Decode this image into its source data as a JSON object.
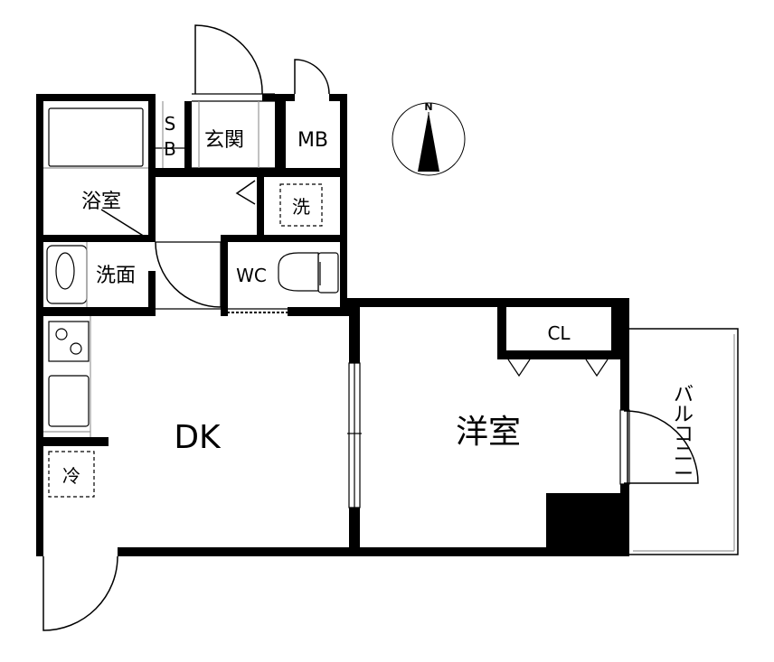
{
  "compass": {
    "label": "N"
  },
  "rooms": {
    "sb_line1": "S",
    "sb_line2": "B",
    "genkan": "玄関",
    "mb": "MB",
    "bath": "浴室",
    "washer": "洗",
    "washroom": "洗面",
    "wc": "WC",
    "cl": "CL",
    "dk": "DK",
    "western_room": "洋室",
    "fridge": "冷",
    "balcony": [
      "バ",
      "ル",
      "コ",
      "ニ",
      "ー"
    ]
  },
  "colors": {
    "wall": "#000000",
    "background": "#ffffff",
    "fixture_gray": "#999999"
  }
}
